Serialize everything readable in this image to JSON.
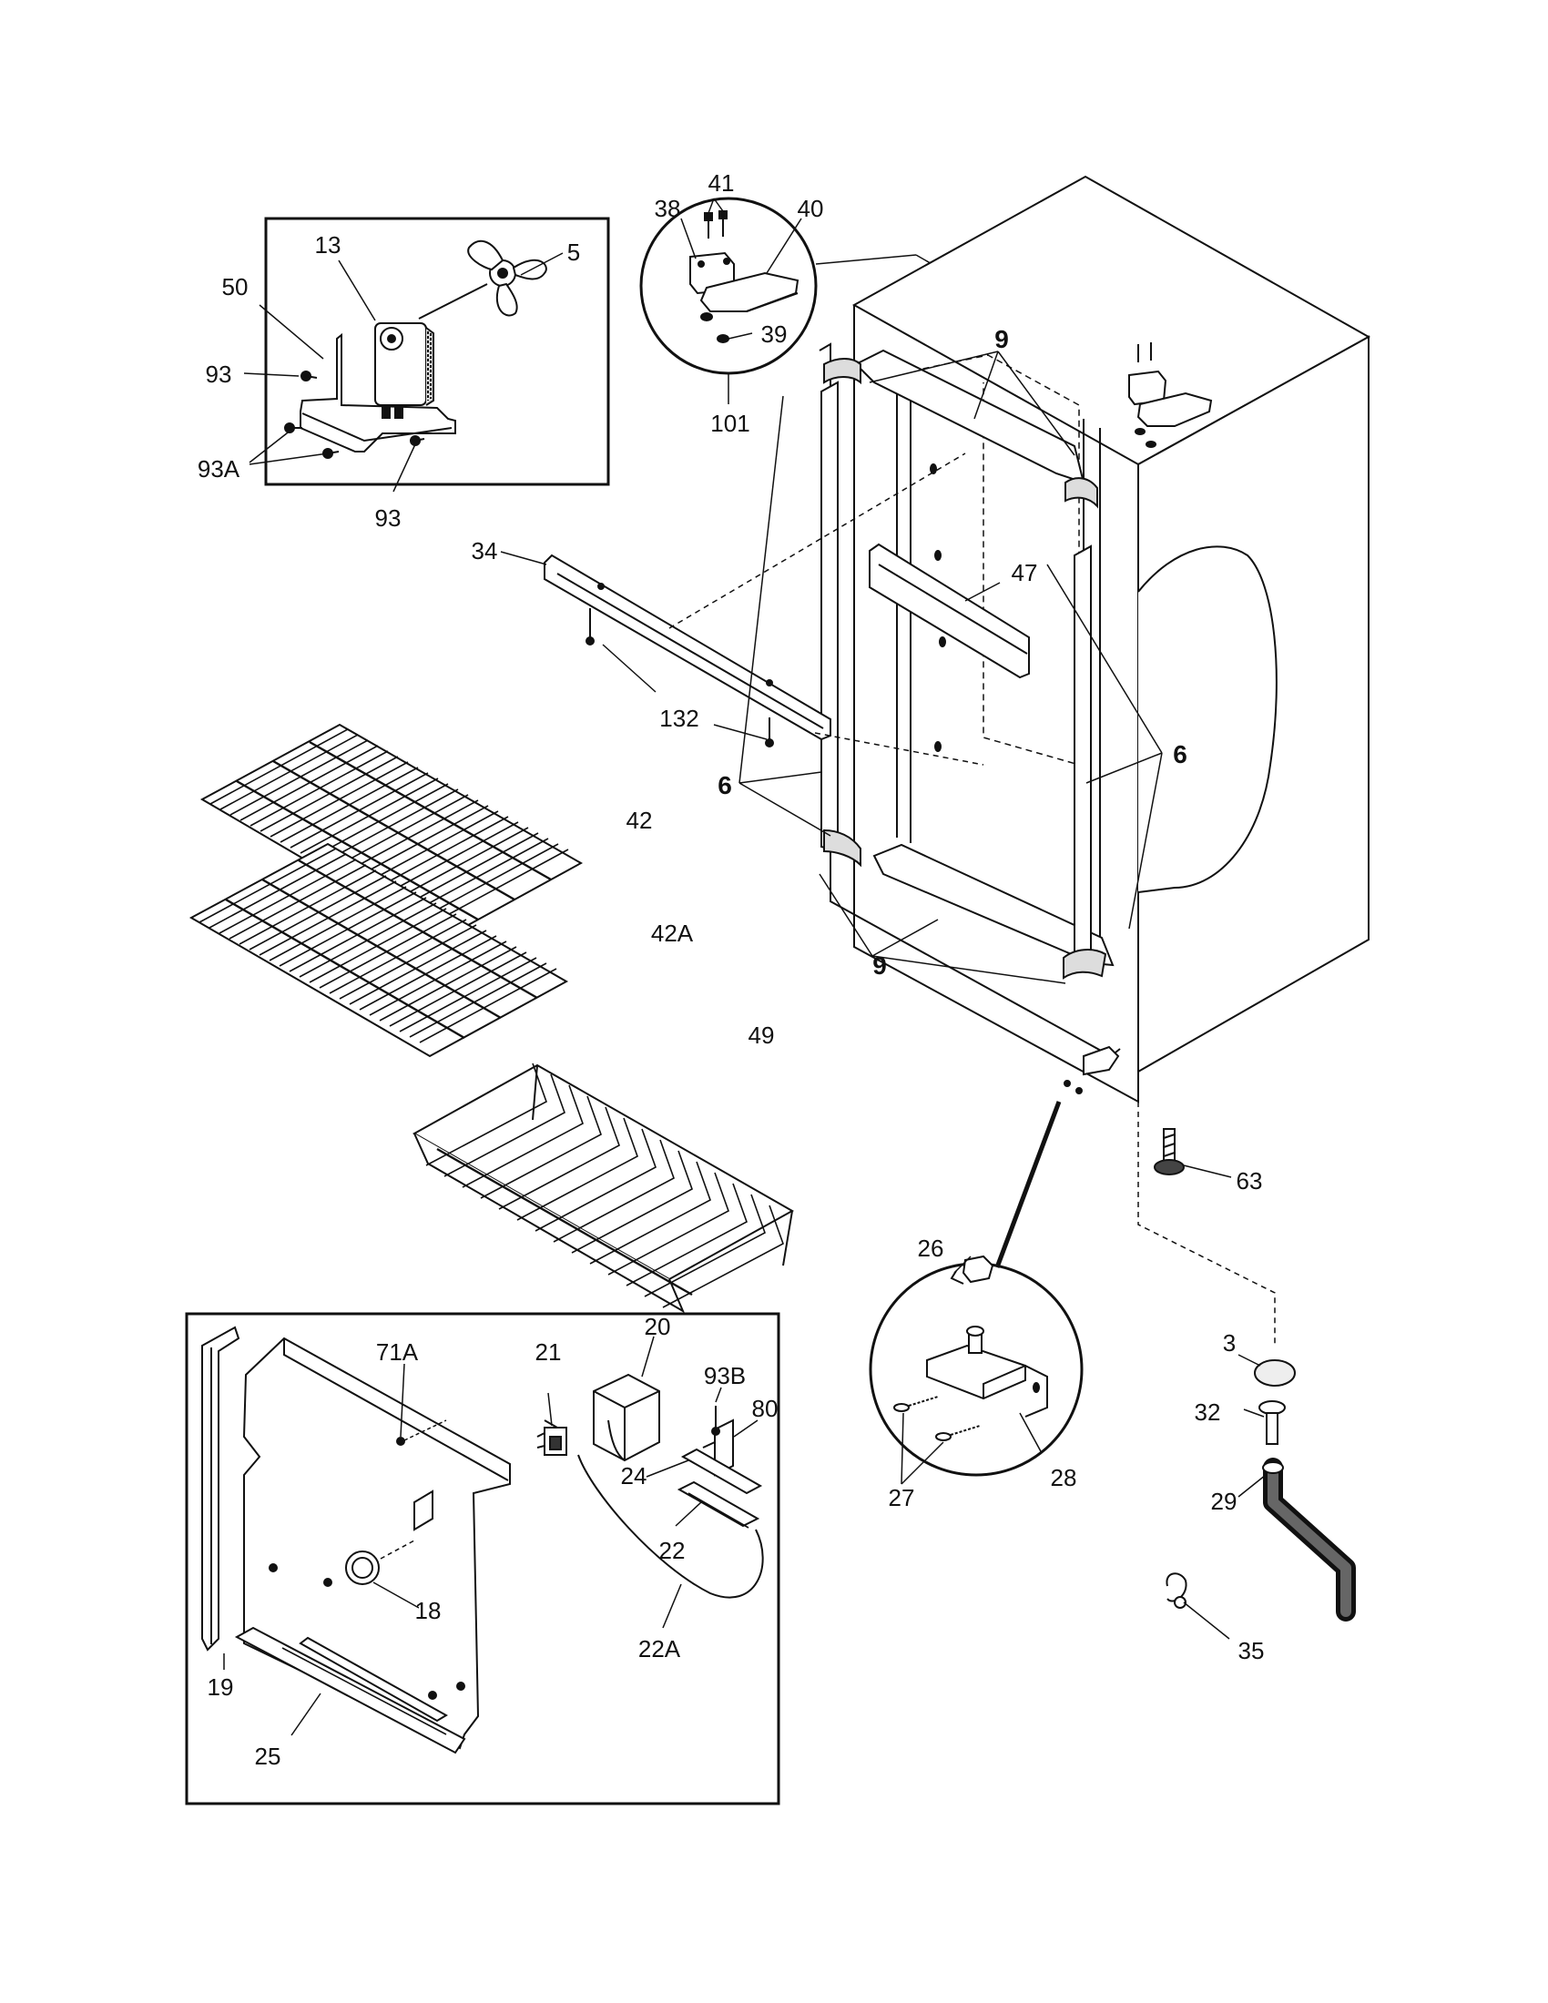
{
  "diagram": {
    "labels": {
      "p13": "13",
      "p5": "5",
      "p50": "50",
      "p93_top": "93",
      "p93a": "93A",
      "p93_bottom": "93",
      "p41": "41",
      "p38": "38",
      "p40": "40",
      "p39": "39",
      "p101": "101",
      "p9_top": "9",
      "p34": "34",
      "p47": "47",
      "p132": "132",
      "p6_left": "6",
      "p6_right": "6",
      "p42": "42",
      "p42a": "42A",
      "p9_bottom": "9",
      "p49": "49",
      "p63": "63",
      "p26": "26",
      "p3": "3",
      "p32": "32",
      "p27": "27",
      "p28": "28",
      "p29": "29",
      "p35": "35",
      "p20": "20",
      "p71a": "71A",
      "p21": "21",
      "p93b": "93B",
      "p80": "80",
      "p24": "24",
      "p22": "22",
      "p18": "18",
      "p22a": "22A",
      "p19": "19",
      "p25": "25"
    }
  }
}
